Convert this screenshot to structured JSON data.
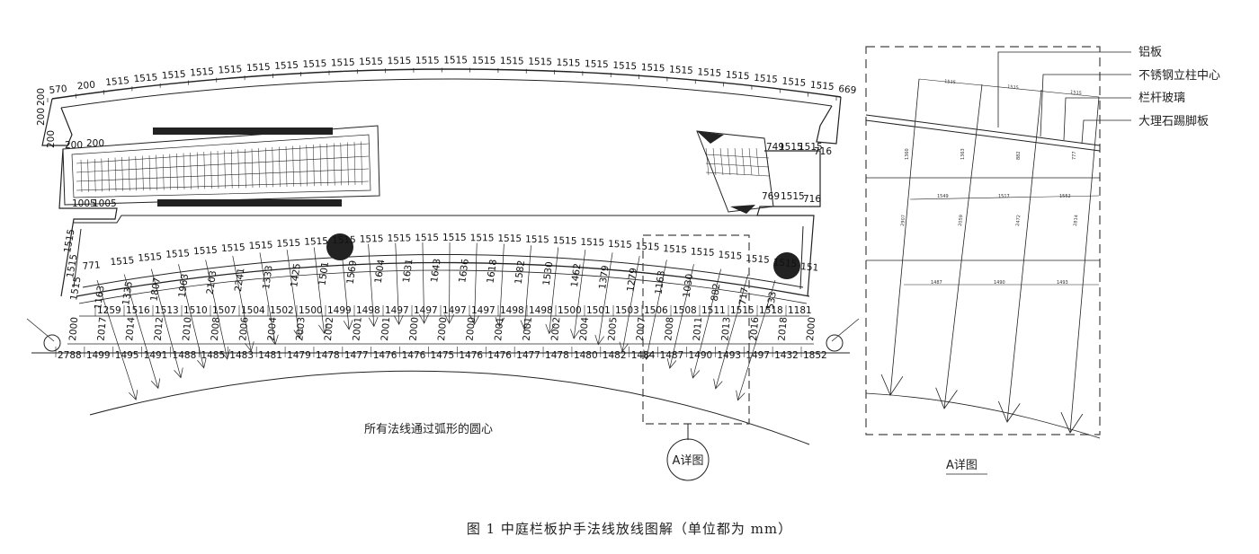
{
  "caption": "图 1 中庭栏板护手法线放线图解（单位都为 mm）",
  "plan": {
    "note": "所有法线通过弧形的圆心",
    "detail_callout": "A详图",
    "top_dims": [
      "570",
      "200",
      "1515",
      "1515",
      "1515",
      "1515",
      "1515",
      "1515",
      "1515",
      "1515",
      "1515",
      "1515",
      "1515",
      "1515",
      "1515",
      "1515",
      "1515",
      "1515",
      "1515",
      "1515",
      "1515",
      "1515",
      "1515",
      "1515",
      "1515",
      "1515",
      "1515",
      "1515",
      "669"
    ],
    "left_dims_top": [
      "200",
      "200",
      "200"
    ],
    "left_mid_dims": [
      "200",
      "200"
    ],
    "left_lower_dims": [
      "1005",
      "1005"
    ],
    "right_mid_dims": [
      "749",
      "1515",
      "1515",
      "716"
    ],
    "right_lower_dims": [
      "769",
      "1515",
      "716"
    ],
    "left_side_dims": [
      "1515",
      "1515",
      "1515"
    ],
    "inner_top_dims": [
      "771",
      "1515",
      "1515",
      "1515",
      "1515",
      "1515",
      "1515",
      "1515",
      "1515",
      "1515",
      "1515",
      "1515",
      "1515",
      "1515",
      "1515",
      "1515",
      "1515",
      "1515",
      "1515",
      "1515",
      "1515",
      "1515",
      "1515",
      "1515",
      "1515",
      "1515",
      "151"
    ],
    "rotated_dims": [
      "1163",
      "1335",
      "1807",
      "1963",
      "2103",
      "2241",
      "1333",
      "1425",
      "1501",
      "1569",
      "1604",
      "1631",
      "1643",
      "1636",
      "1618",
      "1582",
      "1530",
      "1462",
      "1379",
      "1279",
      "1163",
      "1030",
      "882",
      "717",
      "533"
    ],
    "row1_dims": [
      "1259",
      "1516",
      "1513",
      "1510",
      "1507",
      "1504",
      "1502",
      "1500",
      "1499",
      "1498",
      "1497",
      "1497",
      "1497",
      "1497",
      "1498",
      "1498",
      "1500",
      "1501",
      "1503",
      "1506",
      "1508",
      "1511",
      "1515",
      "1518",
      "1181"
    ],
    "row2_dims": [
      "2000",
      "2017",
      "2014",
      "2012",
      "2010",
      "2008",
      "2006",
      "2004",
      "2003",
      "2002",
      "2001",
      "2001",
      "2000",
      "2000",
      "2000",
      "2001",
      "2001",
      "2002",
      "2004",
      "2005",
      "2007",
      "2008",
      "2011",
      "2013",
      "2016",
      "2018",
      "2000"
    ],
    "bottom_dims": [
      "2788",
      "1499",
      "1495",
      "1491",
      "1488",
      "1485",
      "1483",
      "1481",
      "1479",
      "1478",
      "1477",
      "1476",
      "1476",
      "1475",
      "1476",
      "1476",
      "1477",
      "1478",
      "1480",
      "1482",
      "1484",
      "1487",
      "1490",
      "1493",
      "1497",
      "1432",
      "1852"
    ]
  },
  "detail": {
    "title": "A详图",
    "labels": [
      "铝板",
      "不锈钢立柱中心",
      "栏杆玻璃",
      "大理石踢脚板"
    ],
    "top_dims": [
      "1515",
      "1515",
      "1515"
    ],
    "vert_dims": [
      "1360",
      "1363",
      "882",
      "777"
    ],
    "mid_dims": [
      "1549",
      "1517",
      "1552"
    ],
    "long_dims": [
      "2907",
      "2059",
      "2472",
      "2814"
    ],
    "lower_dims": [
      "1487",
      "1490",
      "1493"
    ]
  }
}
